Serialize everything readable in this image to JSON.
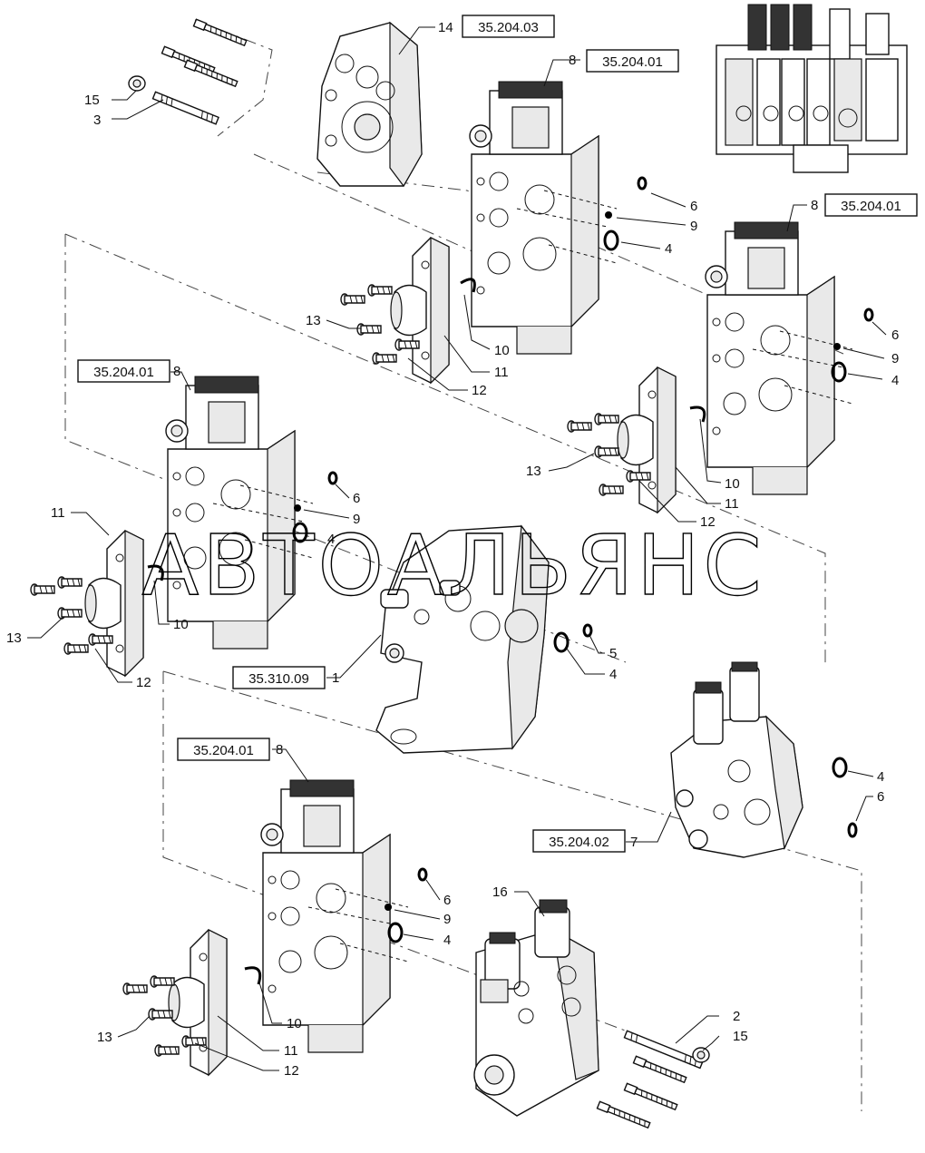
{
  "watermark": "АВТОАЛЬЯНС",
  "ref_boxes": [
    {
      "id": "valve-cover",
      "code": "35.204.03"
    },
    {
      "id": "valve-section-top",
      "code": "35.204.01"
    },
    {
      "id": "valve-section-right",
      "code": "35.204.01"
    },
    {
      "id": "valve-section-left",
      "code": "35.204.01"
    },
    {
      "id": "inlet-body",
      "code": "35.310.09"
    },
    {
      "id": "valve-section-bottom",
      "code": "35.204.01"
    },
    {
      "id": "end-section",
      "code": "35.204.02"
    }
  ],
  "callouts": {
    "c14": "14",
    "c15a": "15",
    "c3": "3",
    "c8a": "8",
    "c6a": "6",
    "c9a": "9",
    "c4a": "4",
    "c8b": "8",
    "c6b": "6",
    "c9b": "9",
    "c4b": "4",
    "c13a": "13",
    "c10a": "10",
    "c11a": "11",
    "c12a": "12",
    "c13b": "13",
    "c10b": "10",
    "c11b": "11",
    "c12b": "12",
    "c8c": "8",
    "c6c": "6",
    "c9c": "9",
    "c4c": "4",
    "c11c": "11",
    "c13c": "13",
    "c10c": "10",
    "c12c": "12",
    "c1": "1",
    "c5": "5",
    "c4d": "4",
    "c4e": "4",
    "c6d": "6",
    "c7": "7",
    "c8d": "8",
    "c6e": "6",
    "c9d": "9",
    "c4f": "4",
    "c13d": "13",
    "c10d": "10",
    "c11d": "11",
    "c12d": "12",
    "c16": "16",
    "c2": "2",
    "c15b": "15"
  }
}
